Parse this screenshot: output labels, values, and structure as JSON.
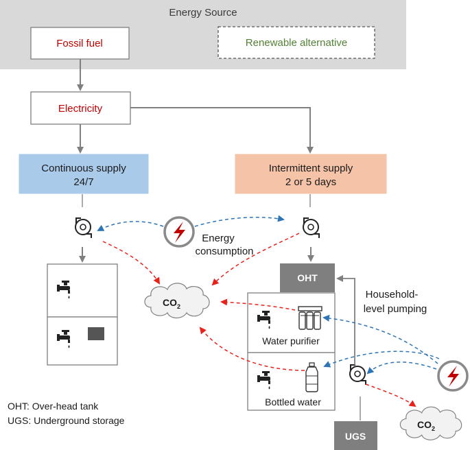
{
  "energy_source": {
    "title": "Energy Source",
    "fossil_fuel": "Fossil fuel",
    "renewable": "Renewable alternative"
  },
  "electricity": "Electricity",
  "continuous": {
    "line1": "Continuous supply",
    "line2": "24/7"
  },
  "intermittent": {
    "line1": "Intermittent supply",
    "line2": "2 or 5 days"
  },
  "energy_consumption": {
    "line1": "Energy",
    "line2": "consumption"
  },
  "co2": {
    "main": "CO",
    "sub": "2"
  },
  "oht": "OHT",
  "ugs": "UGS",
  "household_pumping": {
    "line1": "Household-",
    "line2": "level pumping"
  },
  "water_purifier": "Water purifier",
  "bottled_water": "Bottled water",
  "legend": {
    "oht": "OHT: Over-head tank",
    "ugs": "UGS: Underground storage"
  },
  "colors": {
    "grey_band": "#d9d9d9",
    "fossil_red": "#c00000",
    "renewable_green": "#538135",
    "continuous_fill": "#a9cbe9",
    "intermittent_fill": "#f5c3a8",
    "dark_box": "#7f7f7f",
    "arrow_grey": "#7f7f7f",
    "arrow_red": "#e8221b",
    "arrow_blue": "#2e75b6"
  }
}
